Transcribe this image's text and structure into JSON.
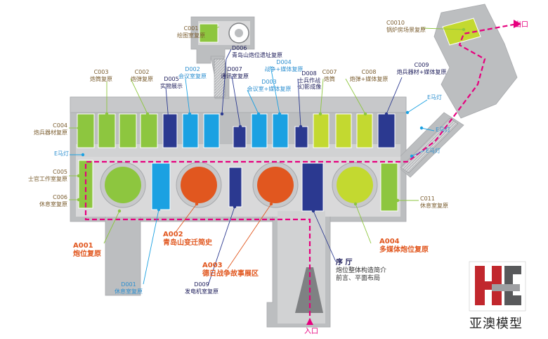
{
  "labels": {
    "c001": {
      "code": "C001",
      "name": "绘图室复原"
    },
    "d006": {
      "code": "D006",
      "name": "青岛山炮位遗址复原"
    },
    "c0010": {
      "code": "C0010",
      "name": "锅炉房场景复原"
    },
    "exit": "出口",
    "entrance": "入口",
    "c003": {
      "code": "C003",
      "name": "炮筒复原"
    },
    "c002": {
      "code": "C002",
      "name": "炮弹复原"
    },
    "d005": {
      "code": "D005",
      "name": "实物展示"
    },
    "d002": {
      "code": "D002",
      "name": "会议室复原"
    },
    "d007": {
      "code": "D007",
      "name": "通讯室复原"
    },
    "d004": {
      "code": "D004",
      "name": "战争+媒体复原"
    },
    "d003": {
      "code": "D003",
      "name": "会议室+媒体复原"
    },
    "d008": {
      "code": "D008",
      "name": "士兵作战",
      "name2": "·幻影成像"
    },
    "c007": {
      "code": "C007",
      "name": "炮筒"
    },
    "c008": {
      "code": "C008",
      "name": "炮弹+媒体复原"
    },
    "c009": {
      "code": "C009",
      "name": "炮兵器材+媒体复原"
    },
    "c004": {
      "code": "C004",
      "name": "炮兵器材复原"
    },
    "c005": {
      "code": "C005",
      "name": "士官工作室复原"
    },
    "c006": {
      "code": "C006",
      "name": "休息室复原"
    },
    "c011": {
      "code": "C011",
      "name": "休息室复原"
    },
    "e_light": "E马灯",
    "a001": {
      "code": "A001",
      "name": "炮位复原"
    },
    "a002": {
      "code": "A002",
      "name": "青岛山变迁简史"
    },
    "a003": {
      "code": "A003",
      "name": "德日战争故事展区"
    },
    "a004": {
      "code": "A004",
      "name": "多媒体炮位复原"
    },
    "d001": {
      "code": "D001",
      "name": "休息室复原"
    },
    "d009": {
      "code": "D009",
      "name": "发电机室复原"
    },
    "preface": {
      "title": "序 厅",
      "line1": "炮位整体构造简介",
      "line2": "前言、平面布局"
    }
  },
  "logo": {
    "text": "亚澳模型"
  },
  "colors": {
    "green": "#8dc63f",
    "lime": "#c3d930",
    "blue": "#1ba1e2",
    "navy": "#2b3990",
    "orange": "#e1571f",
    "wall": "#bcbec0",
    "route": "#e6007e"
  }
}
